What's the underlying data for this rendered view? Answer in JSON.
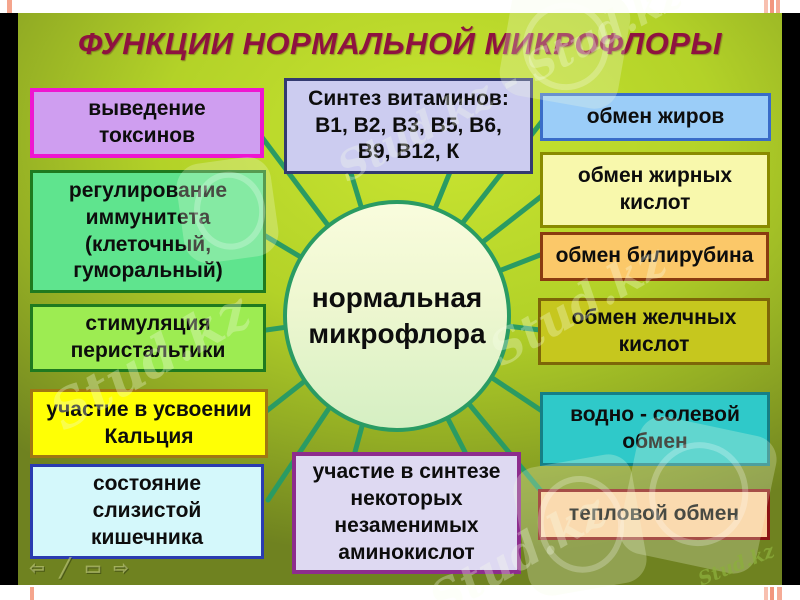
{
  "title": {
    "text": "ФУНКЦИИ НОРМАЛЬНОЙ МИКРОФЛОРЫ",
    "color": "#8e1240"
  },
  "center": {
    "label": "нормальная\nмикрофлора",
    "fill_top": "#f9fcdd",
    "fill_bottom": "#d5efc3",
    "border": "#2a9b63"
  },
  "connector_color": "#2a9b63",
  "boxes": {
    "left": [
      {
        "label": "выведение\nтоксинов",
        "fill": "#cf9ef0",
        "border": "#ee16d0"
      },
      {
        "label": "регулирование\nиммунитета\n(клеточный,\nгуморальный)",
        "fill": "#5fe48e",
        "border": "#1f7a1f"
      },
      {
        "label": "стимуляция\nперистальтики",
        "fill": "#9dec52",
        "border": "#1f7a1f"
      },
      {
        "label": "участие в усвоении\nКальция",
        "fill": "#ffff05",
        "border": "#a07812"
      },
      {
        "label": "состояние\nслизистой\nкишечника",
        "fill": "#d4f8fb",
        "border": "#2a3bb0"
      }
    ],
    "top": {
      "label": "Синтез витаминов:\nВ1, В2, В3, В5, В6,\nВ9, В12, К",
      "fill": "#ccccf0",
      "border": "#333a70"
    },
    "right": [
      {
        "label": "обмен жиров",
        "fill": "#9bcdf8",
        "border": "#3a6cc8"
      },
      {
        "label": "обмен жирных\nкислот",
        "fill": "#f8f8ac",
        "border": "#8a8a00"
      },
      {
        "label": "обмен билирубина",
        "fill": "#fbc869",
        "border": "#8a3b10"
      },
      {
        "label": "обмен желчных\nкислот",
        "fill": "#c6c71e",
        "border": "#7d6608"
      },
      {
        "label": "водно - солевой\nобмен",
        "fill": "#2fc9c9",
        "border": "#157f86"
      },
      {
        "label": "тепловой обмен",
        "fill": "#fdcf9e",
        "border": "#8c1212"
      }
    ],
    "bottom": {
      "label": "участие в синтезе\nнекоторых\nнезаменимых\nаминокислот",
      "fill": "#ded9f2",
      "border": "#8d2d8d"
    }
  },
  "nav": {
    "back_icon": "⇦",
    "pen_icon": "╱",
    "frame_icon": "▭",
    "forward_icon": "⇨"
  },
  "watermark": {
    "text": "Stud.kz",
    "pair_text": "Stud.kz - Stud.kz"
  },
  "frame": {
    "bar_color": "#000000",
    "tick_color": "#f5a58d"
  }
}
